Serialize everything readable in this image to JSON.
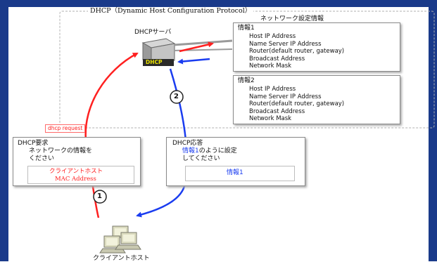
{
  "outer_label": "DHCP（Dynamic Host Configuration Protocol）",
  "network_info_label": "ネットワーク設定情報",
  "server_label": "DHCPサーバ",
  "server_tag": "DHCP",
  "info1": {
    "title": "情報1",
    "lines": [
      "Host IP Address",
      "Name Server IP Address",
      "Router(default router, gateway)",
      "Broadcast Address",
      "Network Mask"
    ]
  },
  "info2": {
    "title": "情報2",
    "lines": [
      "Host IP Address",
      "Name Server IP Address",
      "Router(default router, gateway)",
      "Broadcast Address",
      "Network Mask"
    ]
  },
  "request_tag": "dhcp request",
  "request_box": {
    "title": "DHCP要求",
    "body_line1": "ネットワークの情報を",
    "body_line2": "ください",
    "inner_line1": "クライアントホスト",
    "inner_line2": "MAC Address"
  },
  "response_box": {
    "title": "DHCP応答",
    "body_line1_highlight": "情報1",
    "body_line1_rest": "のように設定",
    "body_line2": "してください",
    "inner": "情報1"
  },
  "step1": "1",
  "step2": "2",
  "client_label": "クライアントホスト",
  "colors": {
    "request": "#ff2020",
    "response": "#1a3cf0",
    "frame": "#1a3a8a"
  }
}
